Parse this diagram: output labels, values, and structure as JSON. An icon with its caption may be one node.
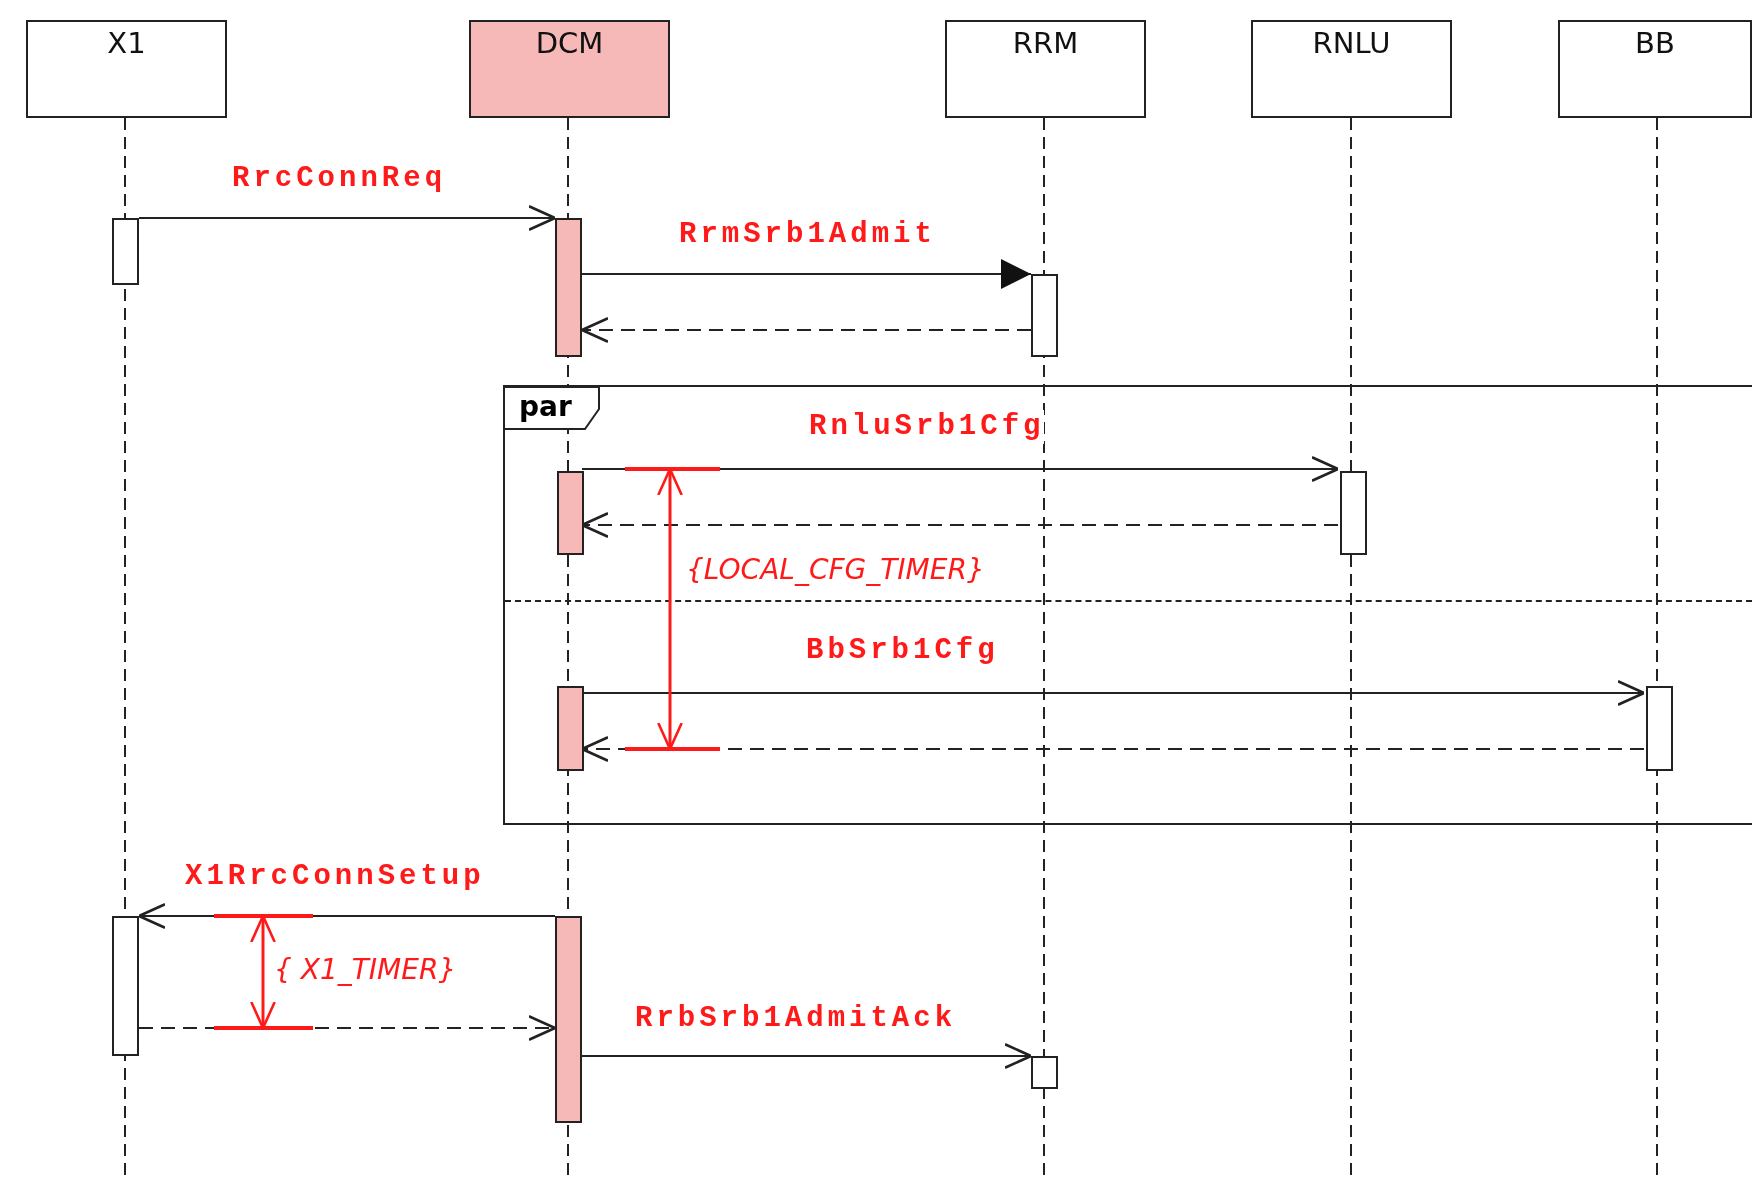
{
  "diagram": {
    "nodes": [
      {
        "text": [
          "X1"
        ]
      },
      {
        "text": [
          "DCM"
        ]
      },
      {
        "text": [
          "RRM"
        ]
      },
      {
        "text": [
          "RNLU"
        ]
      },
      {
        "text": [
          "BB"
        ]
      },
      {
        "text": [
          "par"
        ]
      },
      {
        "text": [],
        "shape": "bar"
      },
      {
        "text": [],
        "shape": "bar"
      },
      {
        "text": [],
        "shape": "bar"
      },
      {
        "text": [],
        "shape": "bar",
        "in": 5
      },
      {
        "text": [],
        "shape": "bar",
        "in": 5
      },
      {
        "text": [],
        "shape": "bar",
        "in": 5
      },
      {
        "text": [],
        "shape": "bar",
        "in": 5
      },
      {
        "text": [],
        "shape": "bar"
      },
      {
        "text": [],
        "shape": "bar"
      },
      {
        "text": [],
        "shape": "bar"
      }
    ],
    "edges": [
      {
        "from": 6,
        "to": 7,
        "arrow": "to",
        "label": "RrcConnReq"
      },
      {
        "from": 7,
        "to": 8,
        "arrow": "to",
        "label": "RrmSrb1Admit"
      },
      {
        "from": 8,
        "to": 7,
        "arrow": "to",
        "style": "dashed"
      },
      {
        "from": 9,
        "to": 10,
        "arrow": "to",
        "label": "RnluSrb1Cfg"
      },
      {
        "from": 10,
        "to": 9,
        "arrow": "to",
        "style": "dashed"
      },
      {
        "from": 11,
        "to": 12,
        "arrow": "to",
        "label": "BbSrb1Cfg"
      },
      {
        "from": 12,
        "to": 11,
        "arrow": "to",
        "style": "dashed"
      },
      {
        "from": 14,
        "to": 13,
        "arrow": "to",
        "label": "X1RrcConnSetup"
      },
      {
        "from": 13,
        "to": 14,
        "arrow": "to",
        "style": "dashed"
      },
      {
        "from": 14,
        "to": 15,
        "arrow": "to",
        "label": "RrbSrb1AdmitAck"
      }
    ],
    "labels": [
      "{LOCAL_CFG_TIMER}",
      "{ X1_TIMER}"
    ]
  }
}
